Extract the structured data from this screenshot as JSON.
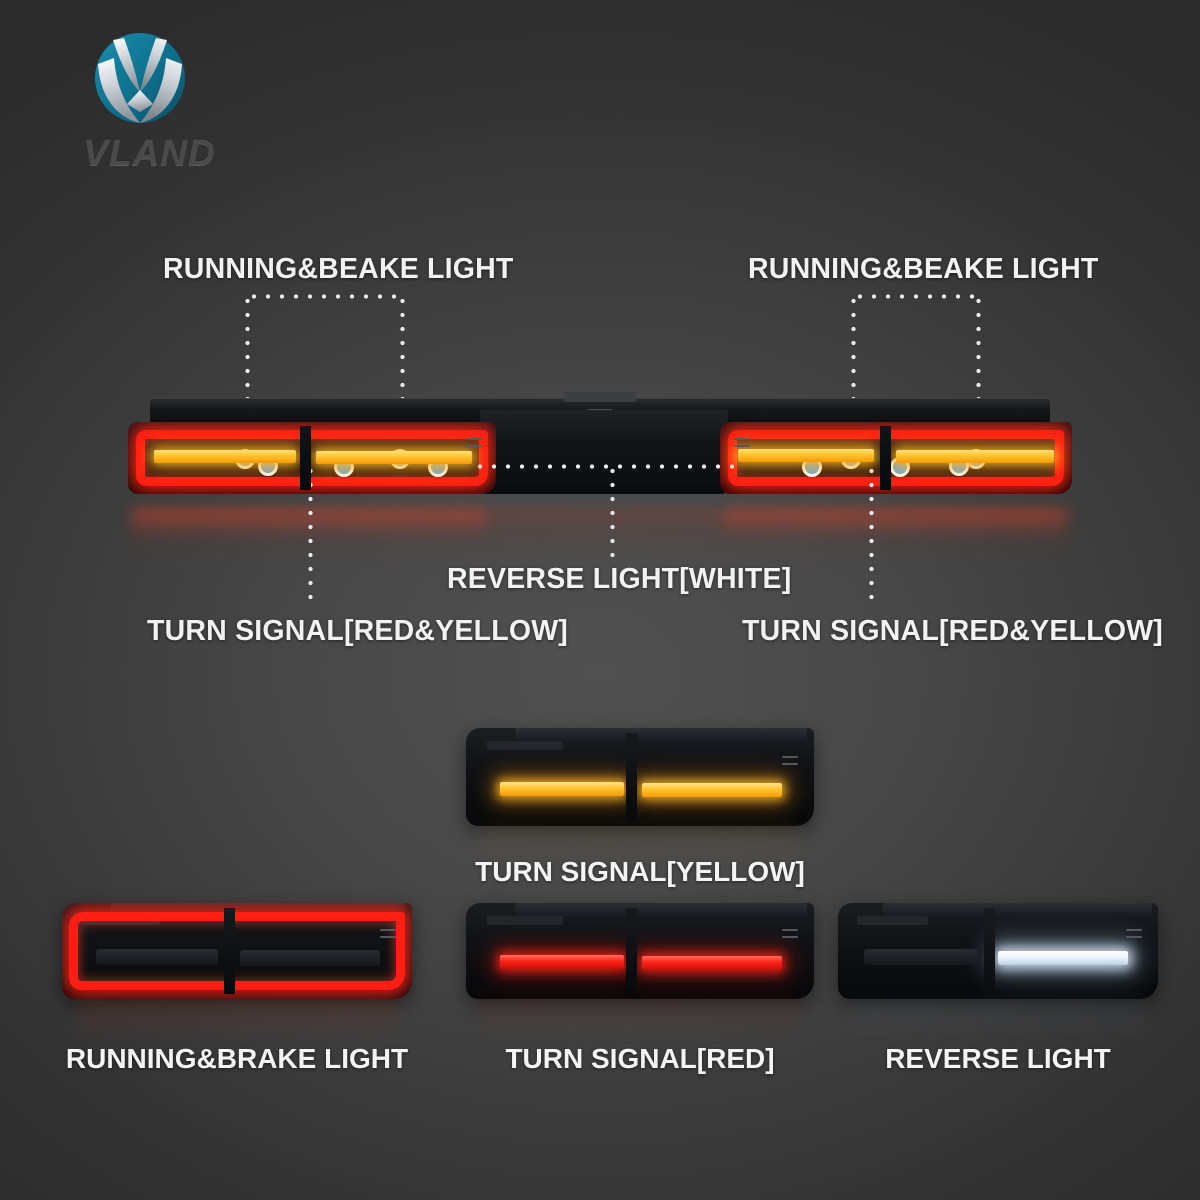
{
  "brand": {
    "name": "VLAND",
    "emblem_icon": "vland-shield-emblem",
    "emblem_colors": {
      "teal": "#0d6f8c",
      "silver": "#d9dde0"
    }
  },
  "background": {
    "edge_color": "#2c2c2c",
    "center_color": "#515151"
  },
  "hero": {
    "alt": "full rear taillight assembly illuminated",
    "callouts": [
      {
        "id": "running-brake-left",
        "label": "RUNNING&BEAKE LIGHT",
        "position": "top-left"
      },
      {
        "id": "running-brake-right",
        "label": "RUNNING&BEAKE LIGHT",
        "position": "top-right"
      },
      {
        "id": "reverse-center",
        "label": "REVERSE LIGHT[WHITE]",
        "position": "center-bottom"
      },
      {
        "id": "turn-signal-left",
        "label": "TURN SIGNAL[RED&YELLOW]",
        "position": "bottom-left"
      },
      {
        "id": "turn-signal-right",
        "label": "TURN SIGNAL[RED&YELLOW]",
        "position": "bottom-right"
      }
    ]
  },
  "cards": [
    {
      "id": "turn-signal-yellow",
      "caption": "TURN SIGNAL[YELLOW]",
      "mode": "amber",
      "accent": "#ffc431"
    },
    {
      "id": "running-brake-light",
      "caption": "RUNNING&BRAKE LIGHT",
      "mode": "red-outline",
      "accent": "#ff1d14"
    },
    {
      "id": "turn-signal-red",
      "caption": "TURN SIGNAL[RED]",
      "mode": "red",
      "accent": "#ff2217"
    },
    {
      "id": "reverse-light",
      "caption": "REVERSE LIGHT",
      "mode": "white",
      "accent": "#eef6ff"
    }
  ],
  "colors": {
    "callout_dot": "#6aaee2",
    "callout_ring": "#ffffff",
    "leader_line": "#e9eef2",
    "text": "#f2f2f2"
  }
}
